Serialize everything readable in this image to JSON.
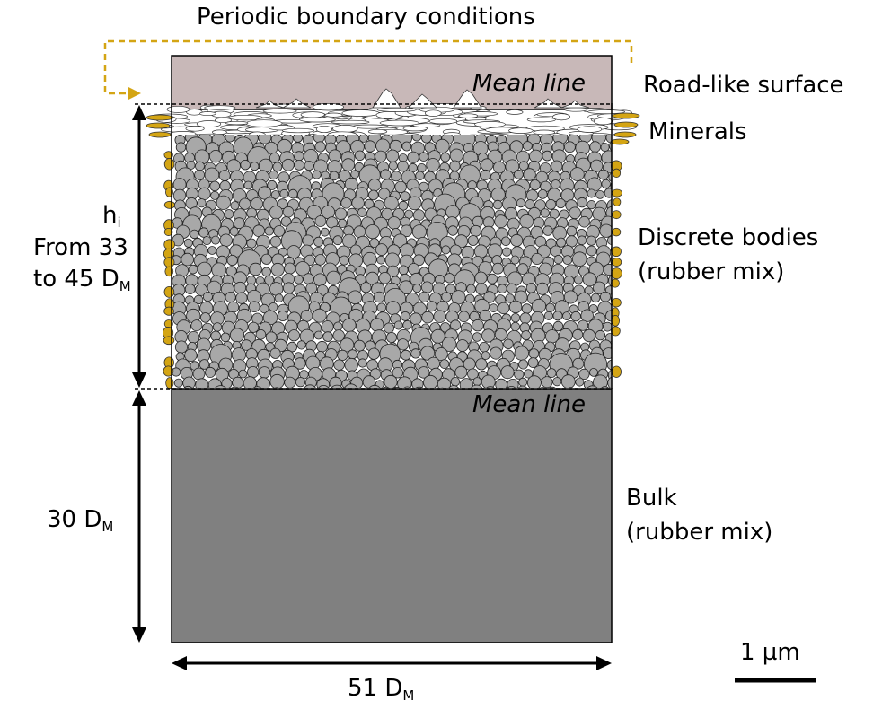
{
  "labels": {
    "periodic": "Periodic boundary conditions",
    "mean_line_top": "Mean line",
    "mean_line_bottom": "Mean line",
    "road": "Road-like surface",
    "minerals": "Minerals",
    "discrete_1": "Discrete bodies",
    "discrete_2": "(rubber mix)",
    "bulk_1": "Bulk",
    "bulk_2": "(rubber mix)",
    "hi_main": "h",
    "hi_sub": "i",
    "from_line": "From 33",
    "to_line_main": "to 45 D",
    "to_line_sub": "M",
    "bulk_dim_main": "30 D",
    "bulk_dim_sub": "M",
    "width_dim_main": "51 D",
    "width_dim_sub": "M",
    "scale_bar": "1 µm"
  },
  "colors": {
    "road": "#c8b8b8",
    "bulk": "#808080",
    "particle": "#a8a8a8",
    "mineral": "#d4a514",
    "arrow_periodic": "#d4a514"
  }
}
